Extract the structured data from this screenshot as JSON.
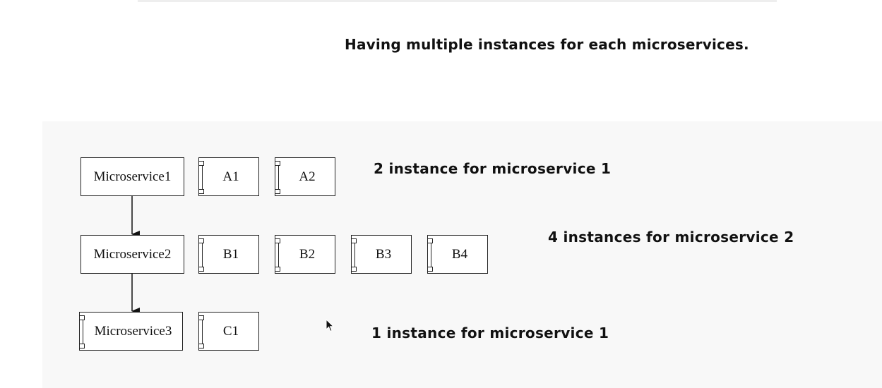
{
  "title": "Having multiple instances for each microservices.",
  "annotations": {
    "row1": "2 instance for microservice 1",
    "row2": "4 instances for microservice 2",
    "row3": "1 instance for microservice 1"
  },
  "services": [
    {
      "label": "Microservice1"
    },
    {
      "label": "Microservice2"
    },
    {
      "label": "Microservice3"
    }
  ],
  "instances": {
    "row1": [
      "A1",
      "A2"
    ],
    "row2": [
      "B1",
      "B2",
      "B3",
      "B4"
    ],
    "row3": [
      "C1"
    ]
  },
  "icons": {
    "component": "component-icon",
    "arrow": "arrow-down-icon",
    "cursor": "mouse-cursor-icon"
  }
}
